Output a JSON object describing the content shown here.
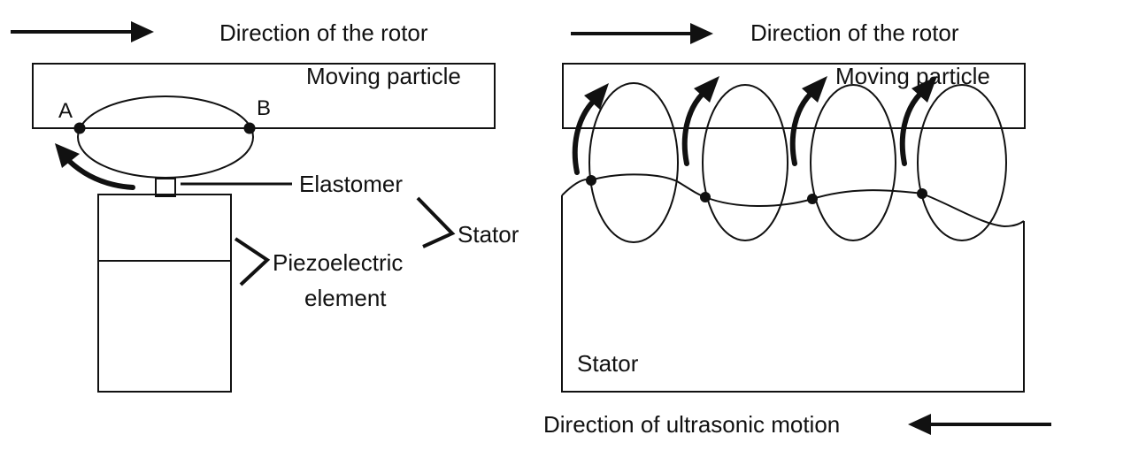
{
  "left": {
    "direction_label": "Direction of the rotor",
    "moving_particle_label": "Moving particle",
    "point_a": "A",
    "point_b": "B",
    "elastomer_label": "Elastomer",
    "stator_label": "Stator",
    "piezo_label_line1": "Piezoelectric",
    "piezo_label_line2": "element"
  },
  "right": {
    "direction_label": "Direction of the rotor",
    "moving_particle_label": "Moving particle",
    "stator_label": "Stator",
    "ultrasonic_label": "Direction of ultrasonic motion"
  }
}
